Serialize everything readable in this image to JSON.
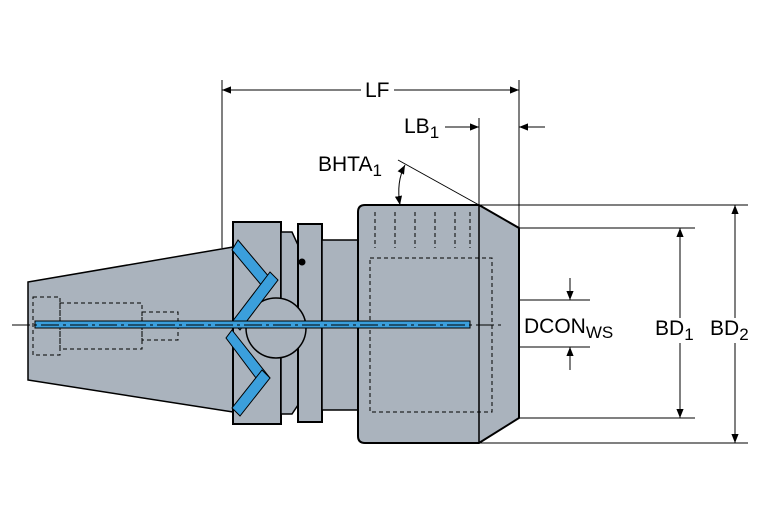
{
  "labels": {
    "lf": {
      "main": "LF",
      "sub": ""
    },
    "lb": {
      "main": "LB",
      "sub": "1"
    },
    "bhta": {
      "main": "BHTA",
      "sub": "1"
    },
    "dcon": {
      "main": "DCON",
      "sub": "WS"
    },
    "bd1": {
      "main": "BD",
      "sub": "1"
    },
    "bd2": {
      "main": "BD",
      "sub": "2"
    }
  },
  "colors": {
    "body_fill": "#aab3bd",
    "outline": "#000000",
    "coolant": "#3b9fdc",
    "background": "#ffffff"
  }
}
